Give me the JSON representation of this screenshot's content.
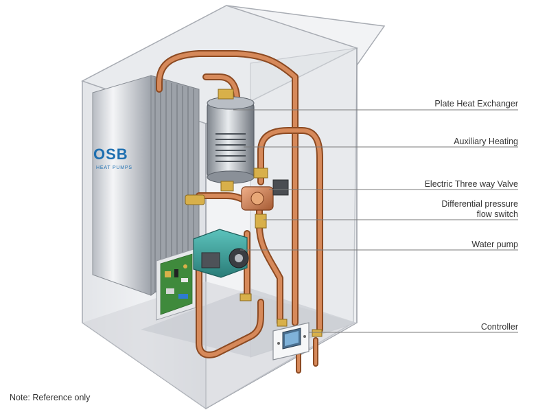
{
  "labels": {
    "plate_heat_exchanger": "Plate Heat Exchanger",
    "auxiliary_heating": "Auxiliary Heating",
    "three_way_valve": "Electric Three way Valve",
    "diff_pressure_line1": "Differential pressure",
    "diff_pressure_line2": "flow switch",
    "water_pump": "Water pump",
    "controller": "Controller"
  },
  "note": "Note: Reference only",
  "brand": {
    "name": "OSB",
    "tagline": "HEAT PUMPS"
  },
  "colors": {
    "copper": "#c97a48",
    "copper_light": "#e8a878",
    "copper_dark": "#8c4a22",
    "brass": "#d8b04a",
    "cabinet": "#e4e6ea",
    "cabinet_edge": "#9a9ea6",
    "pump": "#3aa6a0",
    "pcb": "#3f8a3c",
    "leader": "#7a7a7a",
    "brand": "#1e6fb0"
  }
}
